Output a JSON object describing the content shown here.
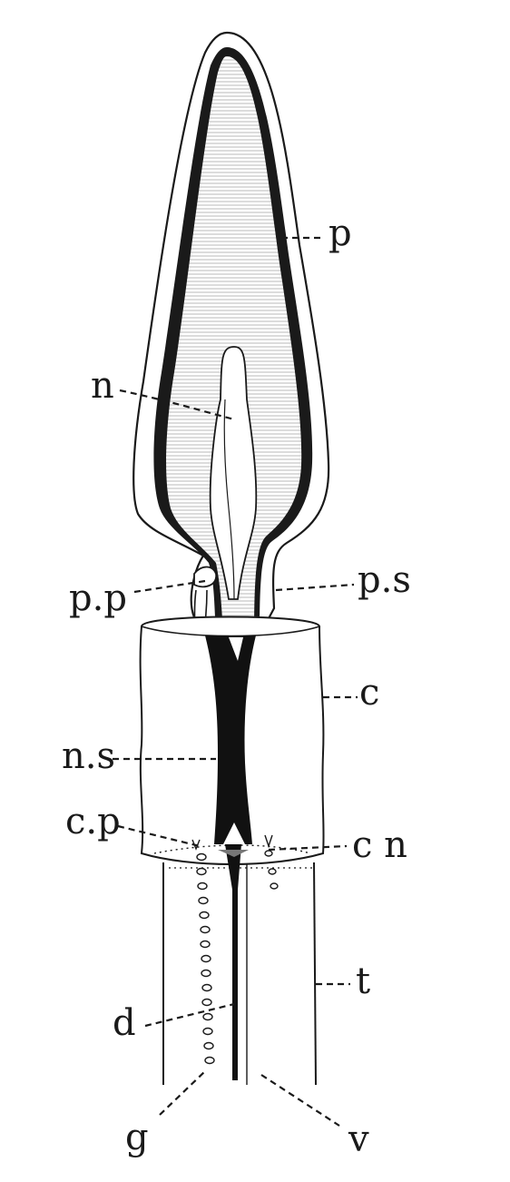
{
  "diagram": {
    "labels": {
      "p": "p",
      "n": "n",
      "pp": "p.p",
      "ps": "p.s",
      "c": "c",
      "ns": "n.s",
      "cp": "c.p",
      "cn": "c n",
      "t": "t",
      "d": "d",
      "g": "g",
      "v": "v"
    }
  }
}
